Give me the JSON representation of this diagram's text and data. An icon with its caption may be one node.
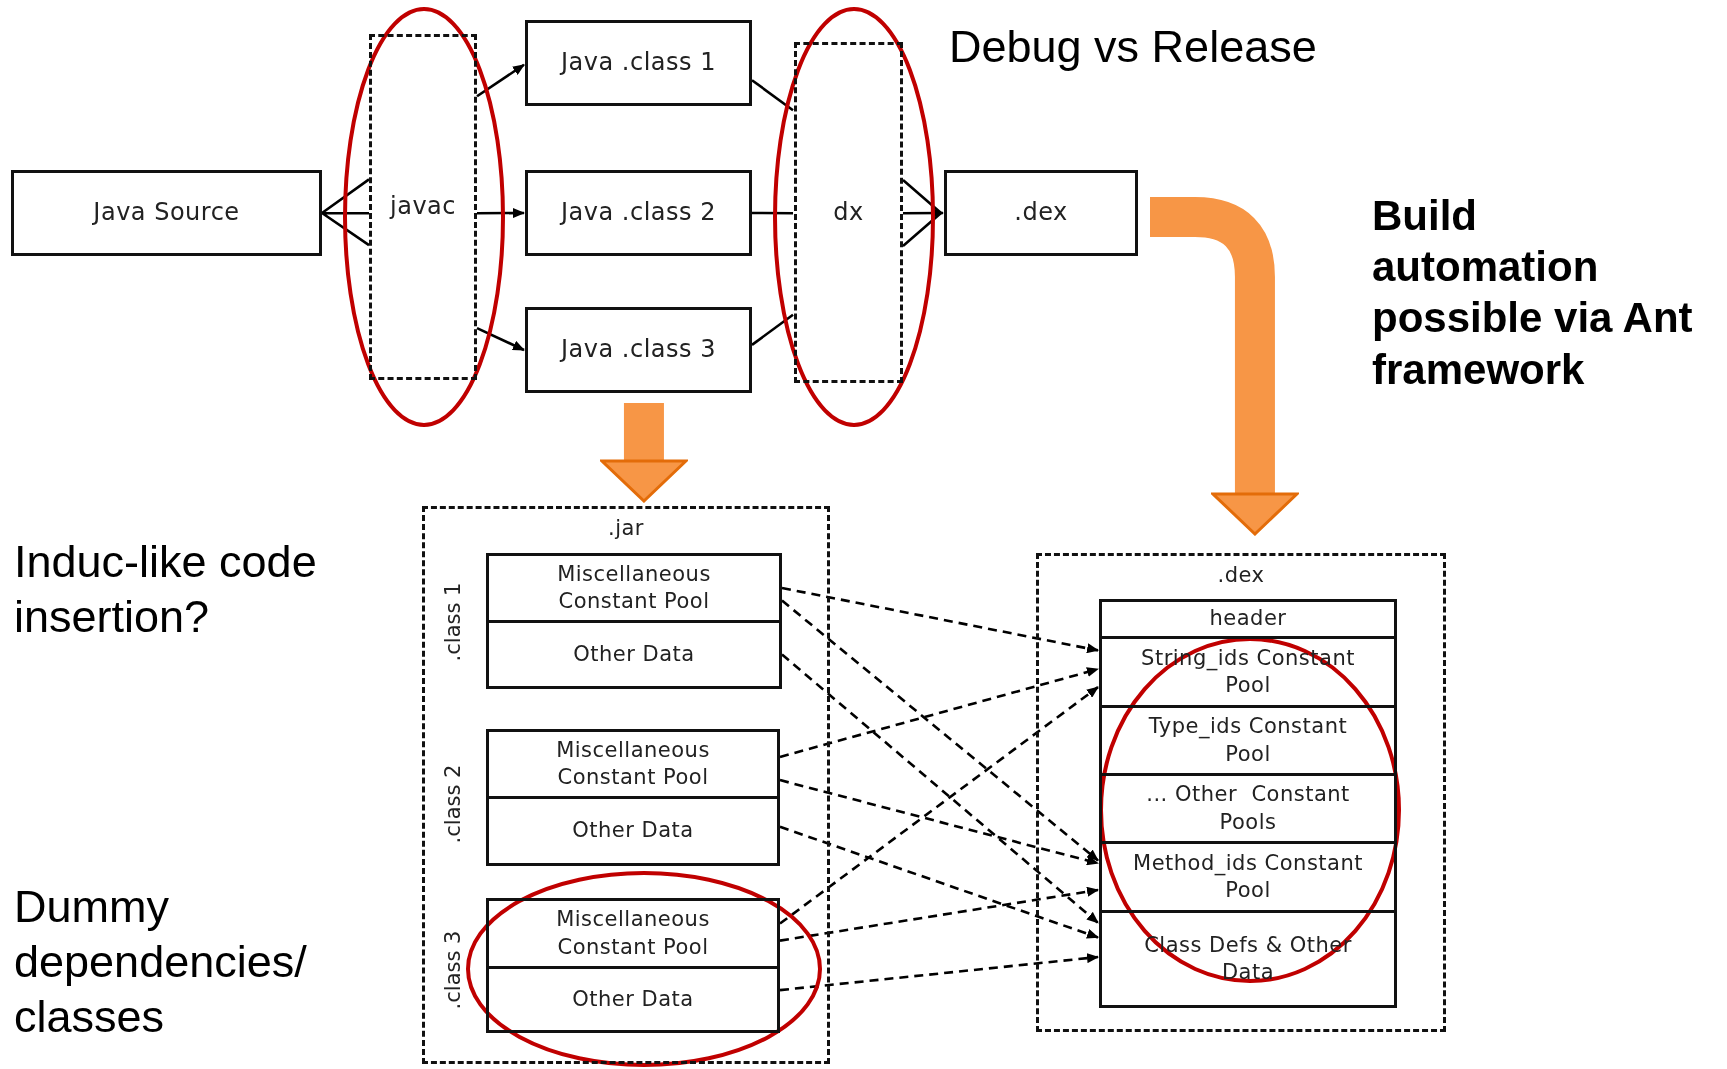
{
  "diagram": {
    "nodes": [
      {
        "text": [
          "Java Source"
        ]
      },
      {
        "text": [
          "javac"
        ]
      },
      {
        "text": [
          "Java .class 1"
        ]
      },
      {
        "text": [
          "Java .class 2"
        ]
      },
      {
        "text": [
          "Java .class 3"
        ]
      },
      {
        "text": [
          "dx"
        ]
      },
      {
        "text": [
          ".dex"
        ]
      },
      {
        "text": [
          ".jar"
        ]
      },
      {
        "text": [
          "Miscellaneous Constant Pool"
        ],
        "in": 7
      },
      {
        "text": [
          "Other Data"
        ],
        "in": 7
      },
      {
        "text": [
          "Miscellaneous Constant Pool"
        ],
        "in": 7
      },
      {
        "text": [
          "Other Data"
        ],
        "in": 7
      },
      {
        "text": [
          "Miscellaneous Constant Pool"
        ],
        "in": 7
      },
      {
        "text": [
          "Other Data"
        ],
        "in": 7
      },
      {
        "text": [
          ".dex"
        ]
      },
      {
        "text": [
          "header"
        ],
        "in": 14
      },
      {
        "text": [
          "String_ids Constant Pool"
        ],
        "in": 14
      },
      {
        "text": [
          "Type_ids Constant Pool"
        ],
        "in": 14
      },
      {
        "text": [
          "... Other  Constant Pools"
        ],
        "in": 14
      },
      {
        "text": [
          "Method_ids Constant Pool"
        ],
        "in": 14
      },
      {
        "text": [
          "Class Defs & Other Data"
        ],
        "in": 14
      }
    ],
    "edges": [
      {
        "from": 0,
        "to": 1,
        "arrow": "none"
      },
      {
        "from": 1,
        "to": 2,
        "arrow": "to"
      },
      {
        "from": 1,
        "to": 3,
        "arrow": "to"
      },
      {
        "from": 1,
        "to": 4,
        "arrow": "to"
      },
      {
        "from": 2,
        "to": 5,
        "arrow": "none"
      },
      {
        "from": 3,
        "to": 5,
        "arrow": "none"
      },
      {
        "from": 4,
        "to": 5,
        "arrow": "none"
      },
      {
        "from": 5,
        "to": 6,
        "arrow": "to"
      },
      {
        "from": 4,
        "to": 7,
        "arrow": "to",
        "style": "thick",
        "color": "#f79646"
      },
      {
        "from": 6,
        "to": 14,
        "arrow": "to",
        "style": "thick",
        "color": "#f79646"
      },
      {
        "from": 8,
        "to": 16,
        "arrow": "to",
        "style": "dashed"
      },
      {
        "from": 8,
        "to": 19,
        "arrow": "to",
        "style": "dashed"
      },
      {
        "from": 9,
        "to": 20,
        "arrow": "to",
        "style": "dashed"
      },
      {
        "from": 10,
        "to": 16,
        "arrow": "to",
        "style": "dashed"
      },
      {
        "from": 10,
        "to": 19,
        "arrow": "to",
        "style": "dashed"
      },
      {
        "from": 11,
        "to": 20,
        "arrow": "to",
        "style": "dashed"
      },
      {
        "from": 12,
        "to": 16,
        "arrow": "to",
        "style": "dashed"
      },
      {
        "from": 12,
        "to": 19,
        "arrow": "to",
        "style": "dashed"
      },
      {
        "from": 13,
        "to": 20,
        "arrow": "to",
        "style": "dashed"
      }
    ],
    "labels": [
      "Debug vs Release",
      "Build automation possible via Ant framework",
      "Induc-like code insertion?",
      ".class 1",
      ".class 2",
      ".class 3",
      "Dummy dependencies/ classes"
    ]
  }
}
